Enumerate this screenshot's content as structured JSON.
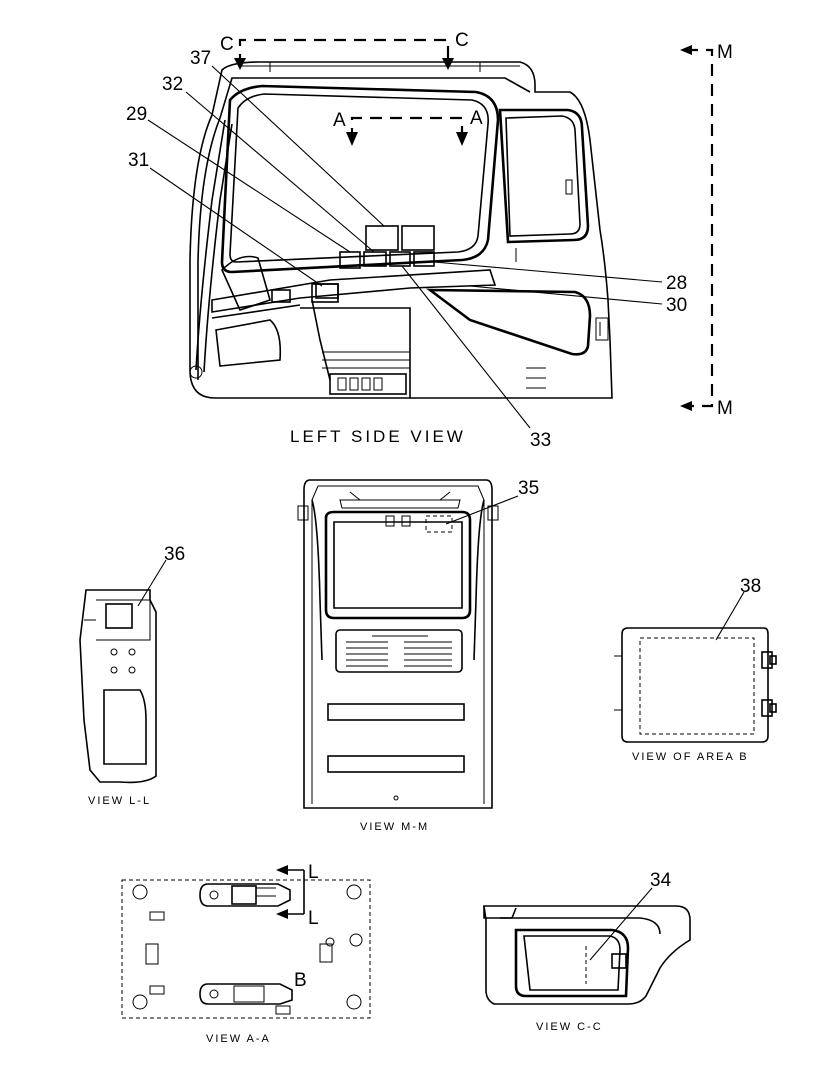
{
  "views": {
    "left_side": {
      "title": "LEFT SIDE VIEW"
    },
    "l_l": {
      "caption": "VIEW L-L"
    },
    "m_m": {
      "caption": "VIEW M-M"
    },
    "area_b": {
      "caption": "VIEW OF AREA B"
    },
    "a_a": {
      "caption": "VIEW A-A"
    },
    "c_c": {
      "caption": "VIEW C-C"
    }
  },
  "section_marks": {
    "c_left": "C",
    "c_right": "C",
    "a_left": "A",
    "a_right": "A",
    "m_top": "M",
    "m_bottom": "M",
    "l_top": "L",
    "l_bottom": "L",
    "area_b": "B"
  },
  "callouts": {
    "c37": "37",
    "c32": "32",
    "c29": "29",
    "c31": "31",
    "c28": "28",
    "c30": "30",
    "c33": "33",
    "c35": "35",
    "c36": "36",
    "c38": "38",
    "c34": "34"
  }
}
